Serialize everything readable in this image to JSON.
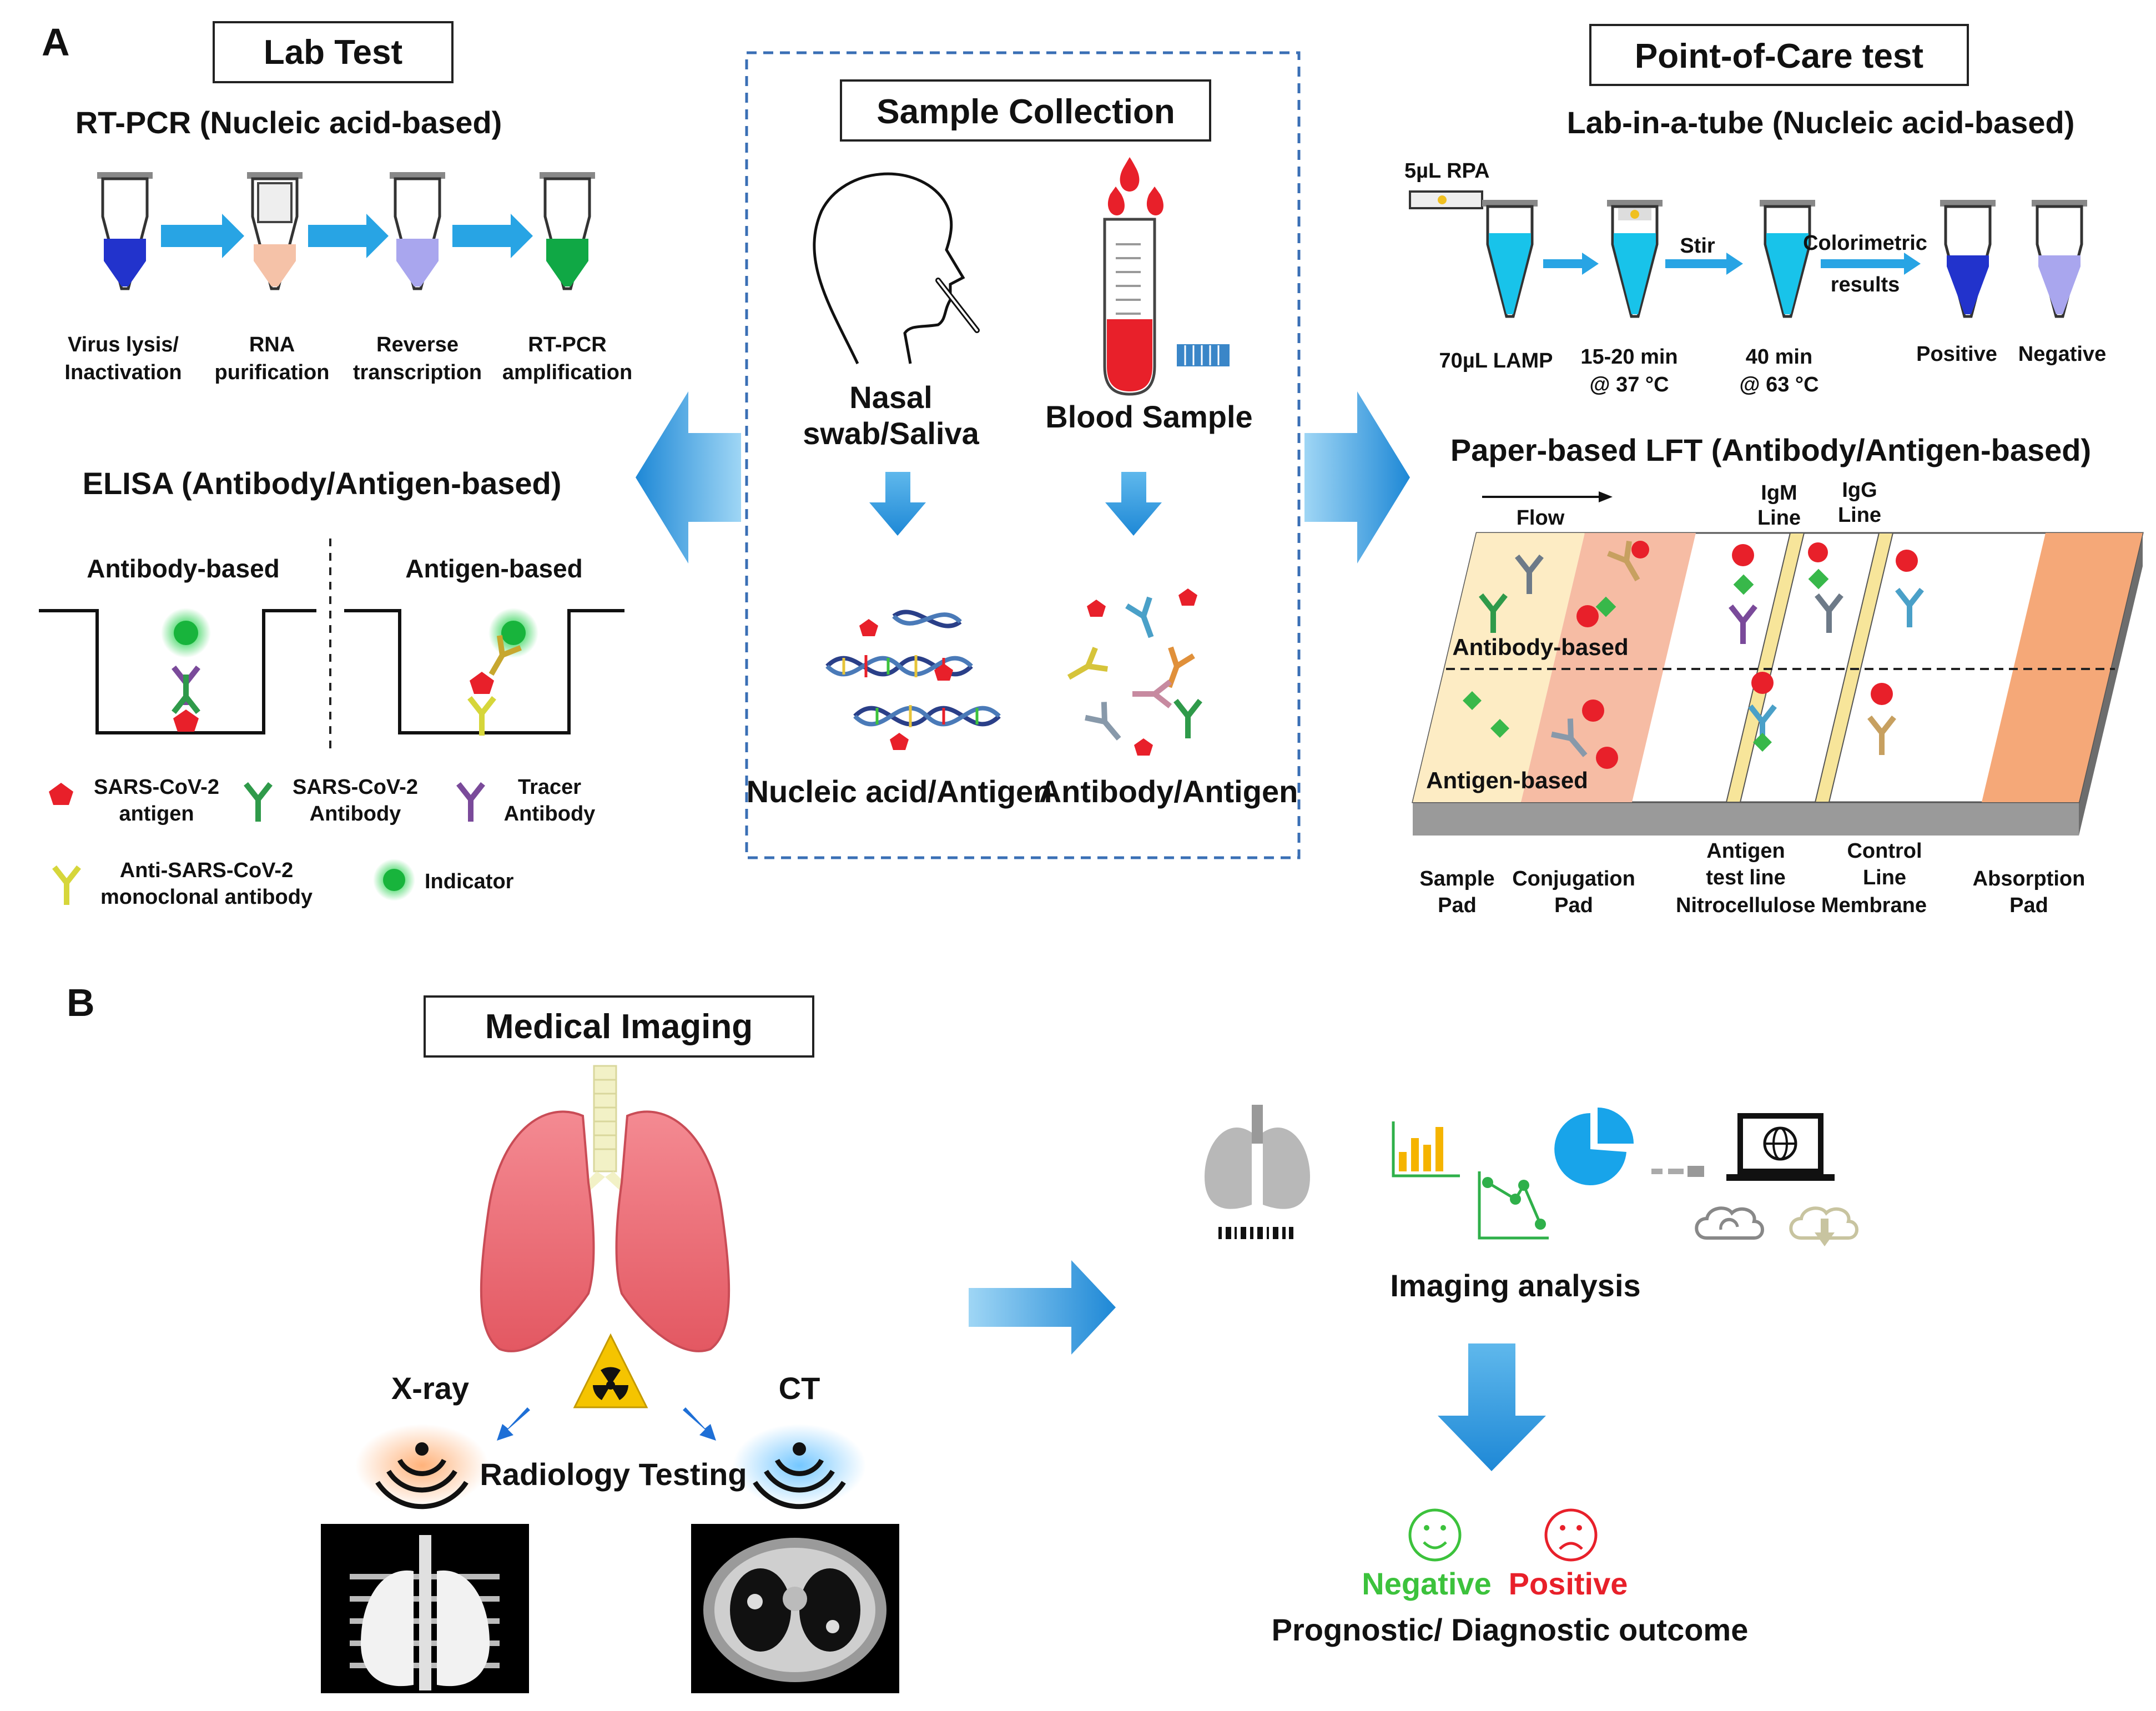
{
  "panelA": {
    "letter": "A",
    "lab_test": {
      "header": "Lab Test",
      "rtpcr": {
        "title": "RT-PCR (Nucleic acid-based)",
        "steps": [
          {
            "line1": "Virus lysis/",
            "line2": "Inactivation"
          },
          {
            "line1": "RNA",
            "line2": "purification"
          },
          {
            "line1": "Reverse",
            "line2": "transcription"
          },
          {
            "line1": "RT-PCR",
            "line2": "amplification"
          }
        ]
      },
      "elisa": {
        "title": "ELISA (Antibody/Antigen-based)",
        "antibody_based": "Antibody-based",
        "antigen_based": "Antigen-based"
      },
      "legend": {
        "antigen": {
          "line1": "SARS-CoV-2",
          "line2": "antigen"
        },
        "antibody": {
          "line1": "SARS-CoV-2",
          "line2": "Antibody"
        },
        "tracer": {
          "line1": "Tracer",
          "line2": "Antibody"
        },
        "monoclonal": {
          "line1": "Anti-SARS-CoV-2",
          "line2": "monoclonal antibody"
        },
        "indicator": "Indicator"
      }
    },
    "sample_collection": {
      "header": "Sample Collection",
      "nasal": {
        "line1": "Nasal",
        "line2": "swab/Saliva"
      },
      "blood": "Blood Sample",
      "nucleic": "Nucleic acid/Antigen",
      "antibody": "Antibody/Antigen"
    },
    "poc": {
      "header": "Point-of-Care test",
      "lab_in_tube": {
        "title": "Lab-in-a-tube (Nucleic acid-based)",
        "rpa": "5µL RPA",
        "lamp": "70µL LAMP",
        "step2": {
          "line1": "15-20 min",
          "line2": "@ 37 °C"
        },
        "stir": "Stir",
        "step3": {
          "line1": "40 min",
          "line2": "@ 63 °C"
        },
        "colorimetric": {
          "line1": "Colorimetric",
          "line2": "results"
        },
        "positive": "Positive",
        "negative": "Negative"
      },
      "lft": {
        "title": "Paper-based LFT (Antibody/Antigen-based)",
        "flow": "Flow",
        "igm": {
          "line1": "IgM",
          "line2": "Line"
        },
        "igg": {
          "line1": "IgG",
          "line2": "Line"
        },
        "antibody_based": "Antibody-based",
        "antigen_based": "Antigen-based",
        "sample_pad": {
          "line1": "Sample",
          "line2": "Pad"
        },
        "conjugation_pad": {
          "line1": "Conjugation",
          "line2": "Pad"
        },
        "antigen_test": {
          "line1": "Antigen",
          "line2": "test line"
        },
        "control": {
          "line1": "Control",
          "line2": "Line"
        },
        "membrane": "Nitrocellulose Membrane",
        "absorption": {
          "line1": "Absorption",
          "line2": "Pad"
        }
      }
    }
  },
  "panelB": {
    "letter": "B",
    "header": "Medical Imaging",
    "xray": "X-ray",
    "ct": "CT",
    "radiology": "Radiology Testing",
    "imaging_analysis": "Imaging analysis",
    "negative": "Negative",
    "positive": "Positive",
    "outcome": "Prognostic/ Diagnostic outcome"
  },
  "colors": {
    "arrow_blue": "#1e88d6",
    "tube_blue": "#2233cc",
    "tube_peach": "#f5c2a8",
    "tube_lavender": "#a9a6ee",
    "tube_green": "#10a845",
    "cyan": "#18c3ea",
    "lung": "#ef6d77",
    "pad_sample": "#fdecc4",
    "pad_conj": "#f6bca4",
    "pad_abs": "#f5a878",
    "negative_green": "#3cc23c",
    "positive_red": "#e8202a"
  }
}
